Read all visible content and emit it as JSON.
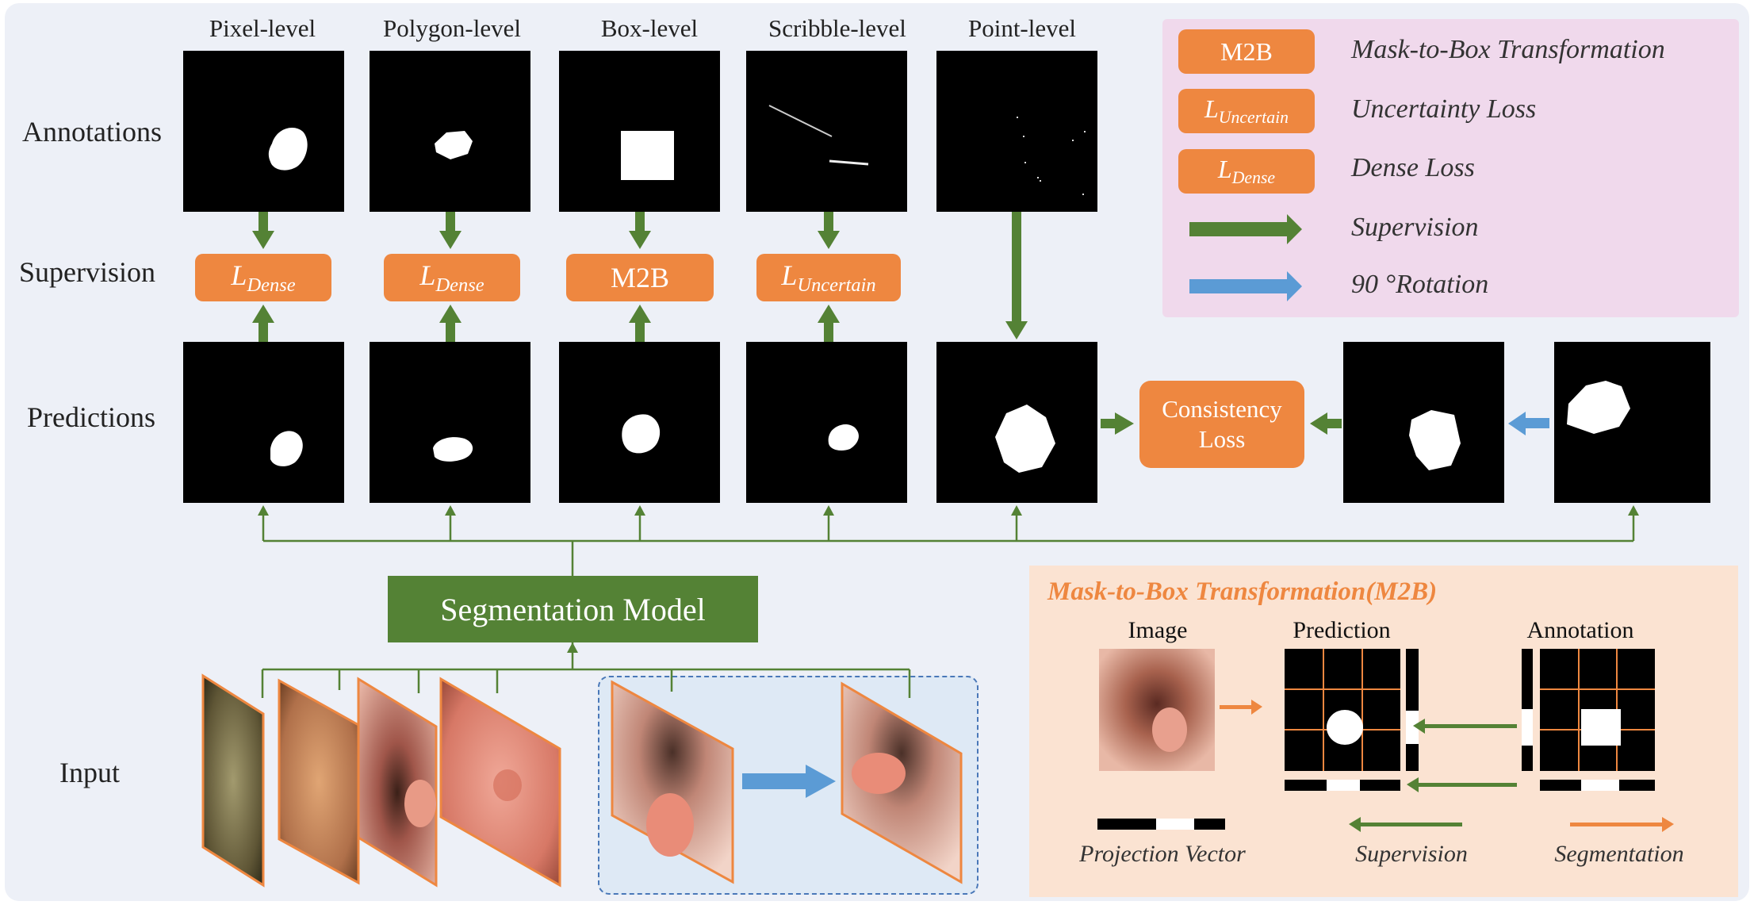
{
  "columns": [
    "Pixel-level",
    "Polygon-level",
    "Box-level",
    "Scribble-level",
    "Point-level"
  ],
  "rows": {
    "annotations": "Annotations",
    "supervision": "Supervision",
    "predictions": "Predictions",
    "input": "Input"
  },
  "supervision_boxes": {
    "dense_base": "L",
    "dense_sub": "Dense",
    "uncertain_base": "L",
    "uncertain_sub": "Uncertain",
    "m2b": "M2B"
  },
  "consistency": {
    "line1": "Consistency",
    "line2": "Loss"
  },
  "segmentation_model": "Segmentation Model",
  "legend": {
    "m2b_box": "M2B",
    "m2b_text": "Mask-to-Box Transformation",
    "uncertain_text": "Uncertainty Loss",
    "dense_text": "Dense Loss",
    "supervision_text": "Supervision",
    "rotation_text": "90 °Rotation"
  },
  "m2b_detail": {
    "title": "Mask-to-Box Transformation(M2B)",
    "image_label": "Image",
    "prediction_label": "Prediction",
    "annotation_label": "Annotation",
    "projection_caption": "Projection Vector",
    "supervision_caption": "Supervision",
    "segmentation_caption": "Segmentation"
  },
  "colors": {
    "orange": "#ee8740",
    "green": "#548235",
    "blue": "#5b9bd5",
    "legend_bg": "#f0d9ec",
    "m2b_bg": "#fbe3d2"
  }
}
